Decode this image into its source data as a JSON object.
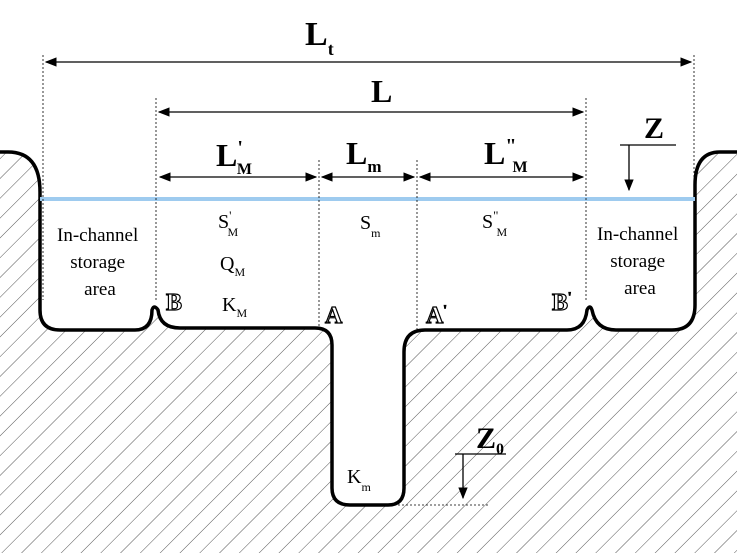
{
  "colors": {
    "water_line": "#9ecbef",
    "outline": "#000000",
    "hatch": "#555555",
    "background": "#ffffff"
  },
  "dimensions": {
    "total": {
      "main": "L",
      "sub": "t"
    },
    "channel": {
      "main": "L"
    },
    "left_floodplain": {
      "main": "L",
      "sup": "'",
      "sub": "M"
    },
    "main_channel": {
      "main": "L",
      "sub": "m"
    },
    "right_floodplain": {
      "main": "L",
      "sup": "\"",
      "sub": "M"
    }
  },
  "elevation": {
    "water_surface": {
      "main": "Z"
    },
    "bed": {
      "main": "Z",
      "sub": "0"
    }
  },
  "storage_left": [
    "In-channel",
    "storage",
    "area"
  ],
  "storage_right": [
    "In-channel",
    "storage",
    "area"
  ],
  "left_floodplain_params": [
    {
      "main": "S",
      "sup": "'",
      "sub": "M"
    },
    {
      "main": "Q",
      "sub": "M"
    },
    {
      "main": "K",
      "sub": "M"
    }
  ],
  "main_channel_params": [
    {
      "main": "S",
      "sub": "m"
    },
    {
      "main": "K",
      "sub": "m"
    }
  ],
  "right_floodplain_params": [
    {
      "main": "S",
      "sup": "\"",
      "sub": "M"
    }
  ],
  "points": {
    "B": "B",
    "A": "A",
    "A_prime": "A",
    "A_prime_mark": "'",
    "B_prime": "B",
    "B_prime_mark": "'"
  }
}
